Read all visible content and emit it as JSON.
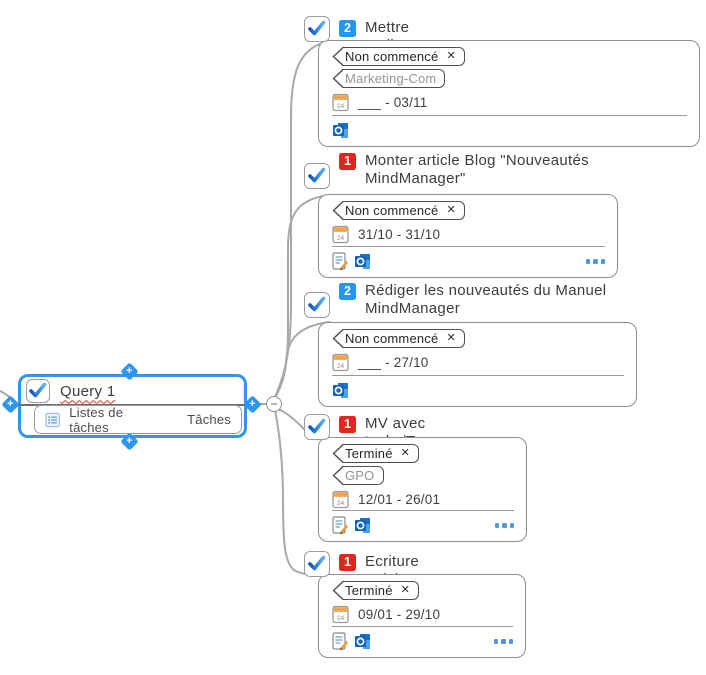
{
  "colors": {
    "accent_blue": "#2d96f0",
    "priority_blue": "#2196f3",
    "priority_red": "#e1251f",
    "line_gray": "#a8a8a8"
  },
  "icons": {
    "plus": "+",
    "minus": "−",
    "close": "✕"
  },
  "query_node": {
    "title": "Query 1",
    "tabs": [
      {
        "label": "Listes de tâches"
      },
      {
        "label": "Tâches"
      }
    ]
  },
  "tasks": [
    {
      "priority": "2",
      "title": "Mettre en ligne le manuel dans la boutique.",
      "tags": [
        {
          "label": "Non commencé",
          "close": "✕"
        },
        {
          "label": "Marketing-Com",
          "close": ""
        }
      ],
      "date_range": "___ - 03/11"
    },
    {
      "priority": "1",
      "title": "Monter article Blog \"Nouveautés MindManager\"",
      "tags": [
        {
          "label": "Non commencé",
          "close": "✕"
        }
      ],
      "date_range": "31/10 - 31/10"
    },
    {
      "priority": "2",
      "title": "Rédiger les nouveautés du Manuel MindManager",
      "tags": [
        {
          "label": "Non commencé",
          "close": "✕"
        }
      ],
      "date_range": "___ - 27/10"
    },
    {
      "priority": "1",
      "title_prefix": "MV avec ",
      "title_flagged": "tasks/Teams",
      "tags": [
        {
          "label": "Terminé",
          "close": "✕"
        },
        {
          "label": "GPO",
          "close": ""
        }
      ],
      "date_range": "12/01 - 26/01"
    },
    {
      "priority": "1",
      "title": "Ecriture articles Blog",
      "tags": [
        {
          "label": "Terminé",
          "close": "✕"
        }
      ],
      "date_range": "09/01 - 29/10"
    }
  ]
}
